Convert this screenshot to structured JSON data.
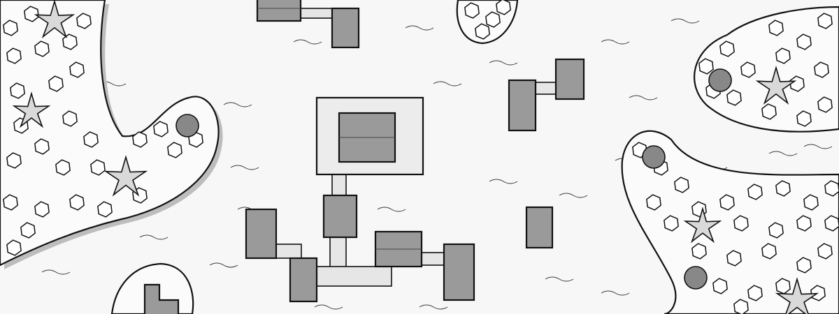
{
  "map": {
    "colors": {
      "background": "#f7f7f7",
      "building": "#9a9a9a",
      "outline": "#111111",
      "walkway": "#e6e6e6",
      "shadow": "#bdbdbd"
    },
    "features": [
      "left-forest-shore",
      "right-top-forest-shore",
      "right-bottom-forest-shore",
      "top-rock-island",
      "bottom-island",
      "central-courtyard",
      "buildings",
      "walkways"
    ],
    "icons": [
      "tree-icon",
      "star-tree-icon",
      "well-icon"
    ]
  }
}
